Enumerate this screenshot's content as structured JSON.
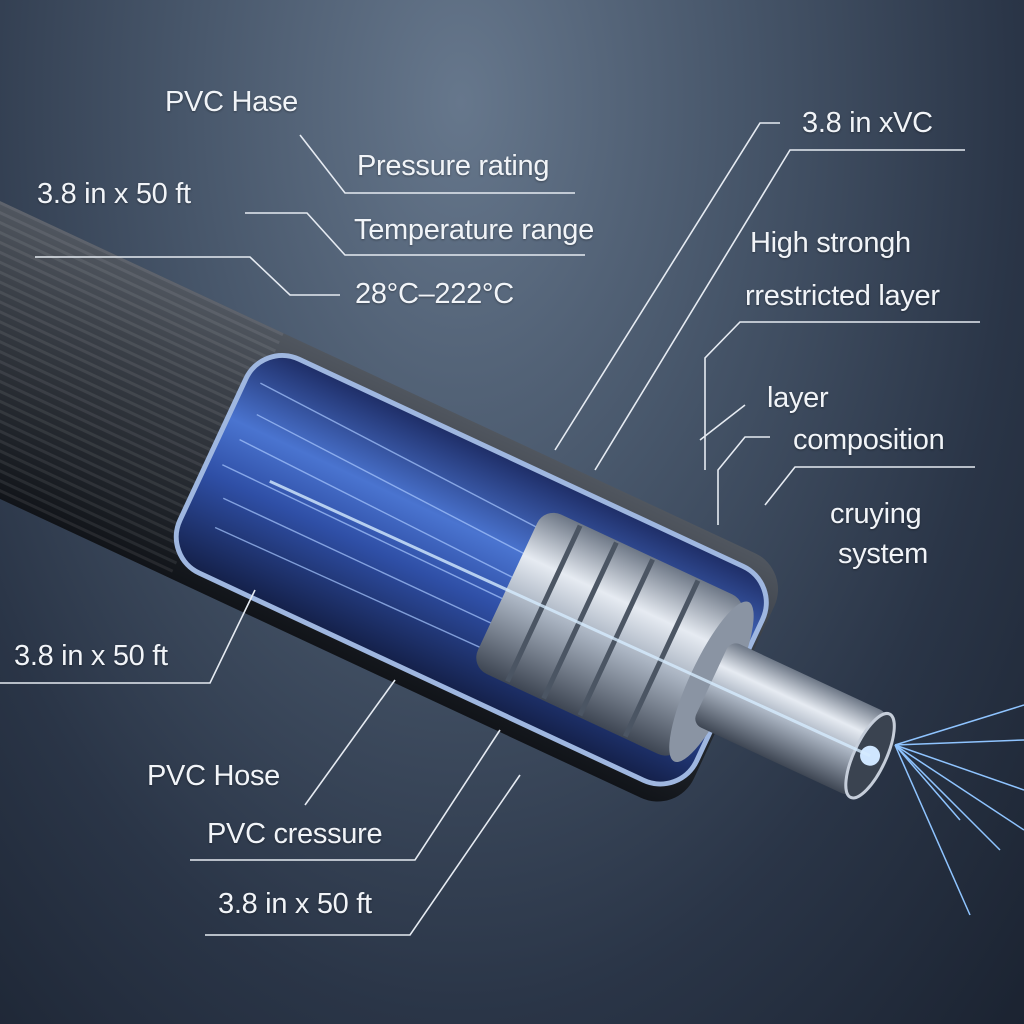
{
  "labels": {
    "top_left_title": "PVC Hase",
    "pressure_rating": "Pressure rating",
    "size_top": "3.8 in x 50 ft",
    "temperature_range": "Temperature range",
    "temperature_value": "28°C–222°C",
    "size_right": "3.8 in xVC",
    "high_strength_line1": "High strongh",
    "high_strength_line2": "rrestricted layer",
    "layer_line1": "layer",
    "layer_line2": "composition",
    "system_line1": "cruying",
    "system_line2": "system",
    "size_left": "3.8 in x 50 ft",
    "pvc_hose": "PVC Hose",
    "pvc_pressure": "PVC cressure",
    "size_bottom": "3.8 in x 50 ft"
  },
  "colors": {
    "background_top": "#66778c",
    "background_bottom": "#1b2331",
    "hose_outer": "#2a2f37",
    "interior_blue": "#3d5fb8",
    "fitting_silver": "#c9d0da",
    "ray_blue": "#8fc4ff"
  }
}
